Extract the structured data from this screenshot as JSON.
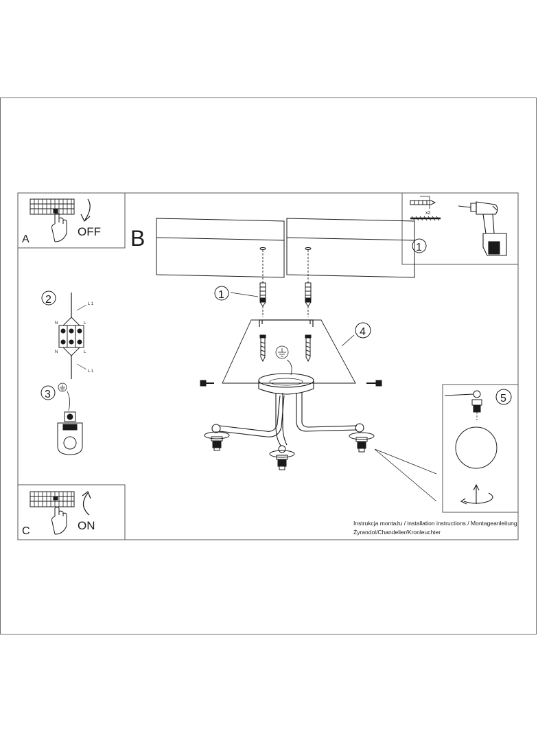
{
  "panel_a": {
    "letter": "A",
    "switch_label": "OFF"
  },
  "panel_b": {
    "letter": "B"
  },
  "panel_c": {
    "letter": "C",
    "switch_label": "ON"
  },
  "step_numbers": {
    "dowel": "1",
    "wiring": "2",
    "ground": "3",
    "canopy": "4",
    "shade": "5"
  },
  "wiring_labels": {
    "phase_top": "L 1",
    "neutral_top": "N",
    "live_top": "L",
    "neutral_bottom": "N",
    "live_bottom": "L",
    "phase_bottom": "L 1"
  },
  "tools": {
    "quantity": "x2"
  },
  "caption": {
    "line1": "Instrukcja montażu / installation instructions / Montageanleitung",
    "line2": "Żyrandol/Chandelier/Kronleuchter"
  },
  "colors": {
    "line": "#1a1a1a",
    "frame": "#6b6b6b",
    "background": "#ffffff"
  }
}
